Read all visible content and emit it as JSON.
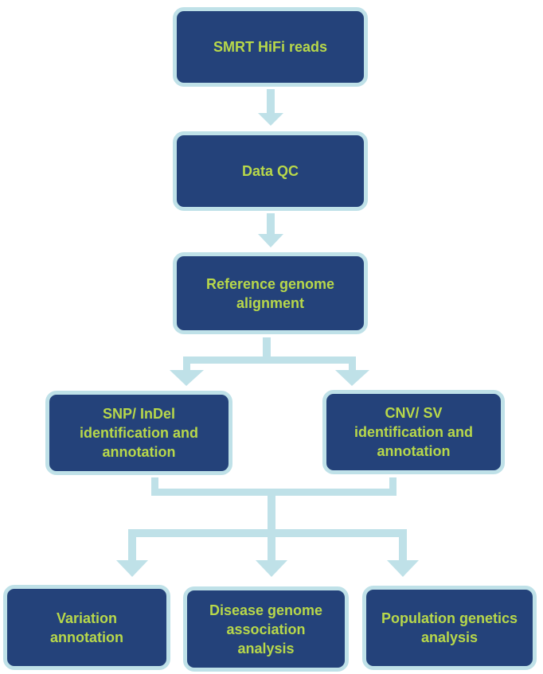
{
  "colors": {
    "box_fill": "#24427a",
    "box_border": "#bfe1e8",
    "box_text": "#b8d84a",
    "connector": "#bfe1e8"
  },
  "nodes": {
    "smrt_hifi_reads": "SMRT HiFi reads",
    "data_qc": "Data QC",
    "reference_alignment": "Reference genome\nalignment",
    "snp_indel": "SNP/ InDel\nidentification and\nannotation",
    "cnv_sv": "CNV/ SV\nidentification and\nannotation",
    "variation_annotation": "Variation\nannotation",
    "disease_association": "Disease genome\nassociation\nanalysis",
    "population_genetics": "Population genetics\nanalysis"
  }
}
